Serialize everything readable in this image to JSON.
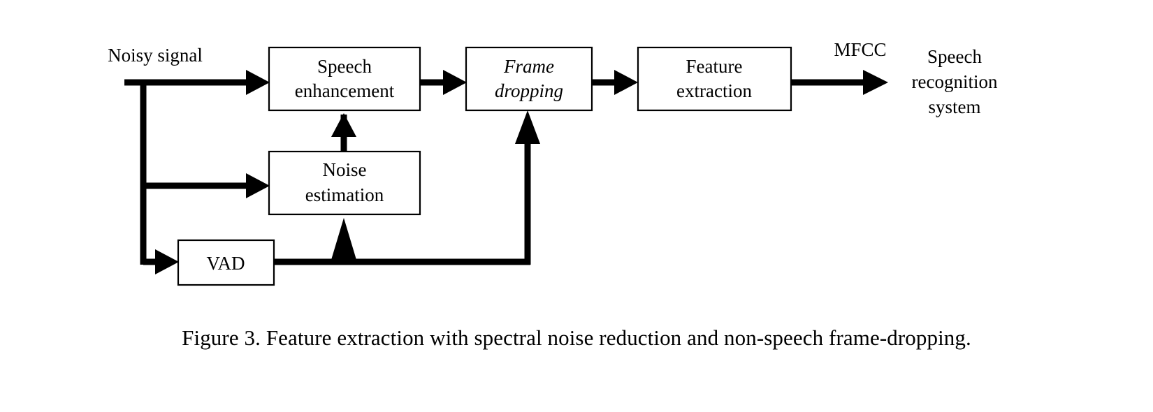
{
  "figure": {
    "caption": "Figure 3. Feature extraction with spectral noise reduction and non-speech frame-dropping.",
    "colors": {
      "background": "#ffffff",
      "stroke": "#000000",
      "box_fill": "#ffffff"
    },
    "nodes": [
      {
        "id": "speech-enhancement",
        "label_line1": "Speech",
        "label_line2": "enhancement",
        "italic": false
      },
      {
        "id": "frame-dropping",
        "label_line1": "Frame",
        "label_line2": "dropping",
        "italic": true
      },
      {
        "id": "feature-extraction",
        "label_line1": "Feature",
        "label_line2": "extraction",
        "italic": false
      },
      {
        "id": "noise-estimation",
        "label_line1": "Noise",
        "label_line2": "estimation",
        "italic": false
      },
      {
        "id": "vad",
        "label_line1": "VAD",
        "label_line2": "",
        "italic": false
      }
    ],
    "free_labels": [
      {
        "id": "noisy-signal",
        "text": "Noisy signal"
      },
      {
        "id": "mfcc",
        "text": "MFCC"
      },
      {
        "id": "speech-recognition-system-line1",
        "text": "Speech"
      },
      {
        "id": "speech-recognition-system-line2",
        "text": "recognition"
      },
      {
        "id": "speech-recognition-system-line3",
        "text": "system"
      }
    ]
  }
}
